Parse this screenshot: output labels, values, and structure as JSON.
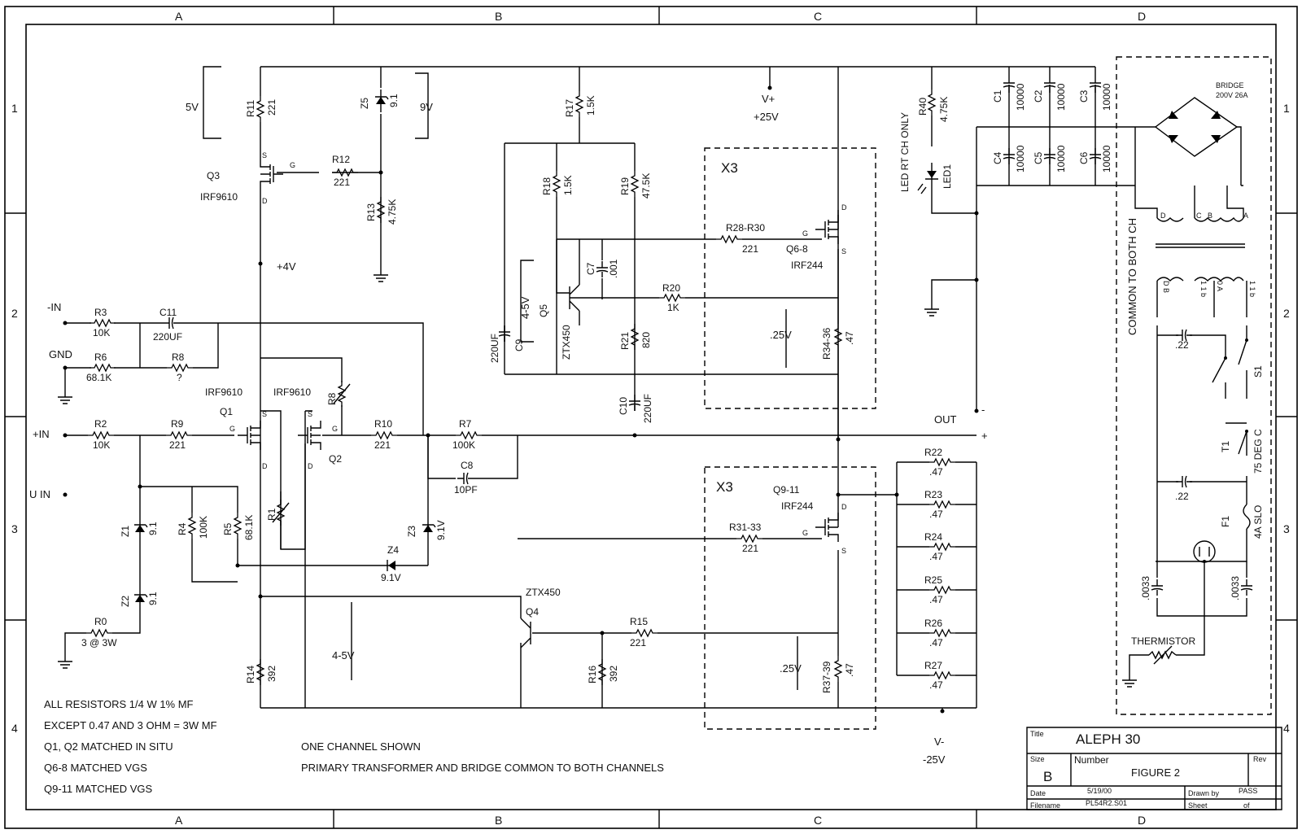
{
  "zones": {
    "columns": [
      "A",
      "B",
      "C",
      "D"
    ],
    "rows": [
      "1",
      "2",
      "3",
      "4"
    ]
  },
  "resistors": [
    {
      "ref": "R11",
      "val": "221"
    },
    {
      "ref": "R12",
      "val": "221"
    },
    {
      "ref": "R13",
      "val": "4.75K"
    },
    {
      "ref": "R17",
      "val": "1.5K"
    },
    {
      "ref": "R18",
      "val": "1.5K"
    },
    {
      "ref": "R19",
      "val": "47.5K"
    },
    {
      "ref": "R40",
      "val": "4.75K"
    },
    {
      "ref": "R28-R30",
      "val": "221"
    },
    {
      "ref": "R20",
      "val": "1K"
    },
    {
      "ref": "R21",
      "val": "820"
    },
    {
      "ref": "R34-36",
      "val": ".47"
    },
    {
      "ref": "R3",
      "val": "10K"
    },
    {
      "ref": "R6",
      "val": "68.1K"
    },
    {
      "ref": "R8",
      "val": "?"
    },
    {
      "ref": "R2",
      "val": "10K"
    },
    {
      "ref": "R9",
      "val": "221"
    },
    {
      "ref": "R10",
      "val": "221"
    },
    {
      "ref": "R7",
      "val": "100K"
    },
    {
      "ref": "R4",
      "val": "100K"
    },
    {
      "ref": "R5",
      "val": "68.1K"
    },
    {
      "ref": "R1",
      "val": ""
    },
    {
      "ref": "R0",
      "val": "3 @ 3W"
    },
    {
      "ref": "R31-33",
      "val": "221"
    },
    {
      "ref": "R15",
      "val": "221"
    },
    {
      "ref": "R16",
      "val": "392"
    },
    {
      "ref": "R14",
      "val": "392"
    },
    {
      "ref": "R37-39",
      "val": ".47"
    },
    {
      "ref": "R22",
      "val": ".47"
    },
    {
      "ref": "R23",
      "val": ".47"
    },
    {
      "ref": "R24",
      "val": ".47"
    },
    {
      "ref": "R25",
      "val": ".47"
    },
    {
      "ref": "R26",
      "val": ".47"
    },
    {
      "ref": "R27",
      "val": ".47"
    }
  ],
  "capacitors": [
    {
      "ref": "C7",
      "val": ".001"
    },
    {
      "ref": "C9",
      "val": "220UF"
    },
    {
      "ref": "C10",
      "val": "220UF"
    },
    {
      "ref": "C11",
      "val": "220UF"
    },
    {
      "ref": "C8",
      "val": "10PF"
    },
    {
      "ref": "C1",
      "val": "10000"
    },
    {
      "ref": "C2",
      "val": "10000"
    },
    {
      "ref": "C3",
      "val": "10000"
    },
    {
      "ref": "C4",
      "val": "10000"
    },
    {
      "ref": "C5",
      "val": "10000"
    },
    {
      "ref": "C6",
      "val": "10000"
    },
    {
      "ref": "",
      "val": ".22"
    },
    {
      "ref": "",
      "val": ".22"
    },
    {
      "ref": "",
      "val": ".0033"
    },
    {
      "ref": "",
      "val": ".0033"
    }
  ],
  "zeners": [
    {
      "ref": "Z5",
      "val": "9.1"
    },
    {
      "ref": "Z1",
      "val": "9.1"
    },
    {
      "ref": "Z2",
      "val": "9.1"
    },
    {
      "ref": "Z3",
      "val": "9.1V"
    },
    {
      "ref": "Z4",
      "val": "9.1V"
    }
  ],
  "transistors": {
    "q3": {
      "ref": "Q3",
      "part": "IRF9610"
    },
    "q1": {
      "ref": "Q1",
      "part": "IRF9610"
    },
    "q2": {
      "ref": "Q2",
      "part": "IRF9610"
    },
    "q5": {
      "ref": "Q5",
      "part": "ZTX450"
    },
    "q4": {
      "ref": "Q4",
      "part": "ZTX450"
    },
    "q68": {
      "ref": "Q6-8",
      "part": "IRF244"
    },
    "q911": {
      "ref": "Q9-11",
      "part": "IRF244"
    }
  },
  "pins": {
    "s": "S",
    "g": "G",
    "d": "D"
  },
  "voltages": {
    "v5": "5V",
    "v9": "9V",
    "v4": "+4V",
    "v45a": "4-5V",
    "v45b": "4-5V",
    "v25a": ".25V",
    "v25b": ".25V",
    "vplus": "V+",
    "vplus_val": "+25V",
    "vminus": "V-",
    "vminus_val": "-25V"
  },
  "io": {
    "in_neg": "-IN",
    "gnd": "GND",
    "in_pos": "+IN",
    "u_in": "U IN",
    "out": "OUT",
    "plus": "+",
    "minus": "-"
  },
  "blocks": {
    "x3_top": "X3",
    "x3_bottom": "X3"
  },
  "power": {
    "led_ch": "LED RT CH ONLY",
    "led": "LED1",
    "common": "COMMON TO BOTH CH",
    "bridge": "BRIDGE",
    "bridge_rating": "200V 26A",
    "s1": "S1",
    "t1": "T1",
    "t1_rating": "75 DEG C",
    "f1": "F1",
    "f1_rating": "4A SLO",
    "thermistor": "THERMISTOR",
    "xfmr_pins": [
      "D",
      "C",
      "B",
      "A"
    ],
    "xfmr_sec": [
      "D B",
      "1 1 b",
      "0 A",
      "1 1 b"
    ]
  },
  "notes": [
    "ALL RESISTORS 1/4 W 1% MF",
    "EXCEPT 0.47 AND 3 OHM = 3W MF",
    "Q1, Q2 MATCHED IN SITU",
    "Q6-8 MATCHED VGS",
    "Q9-11 MATCHED VGS"
  ],
  "center_notes": [
    "ONE CHANNEL SHOWN",
    "PRIMARY TRANSFORMER AND BRIDGE COMMON TO BOTH CHANNELS"
  ],
  "title_block": {
    "title_label": "Title",
    "title": "ALEPH 30",
    "size_label": "Size",
    "size": "B",
    "number_label": "Number",
    "number": "FIGURE 2",
    "rev_label": "Rev",
    "date_label": "Date",
    "date": "5/19/00",
    "drawn_label": "Drawn by",
    "drawn": "PASS",
    "file_label": "Filename",
    "file": "PL54R2.S01",
    "sheet_label": "Sheet",
    "of_label": "of"
  }
}
